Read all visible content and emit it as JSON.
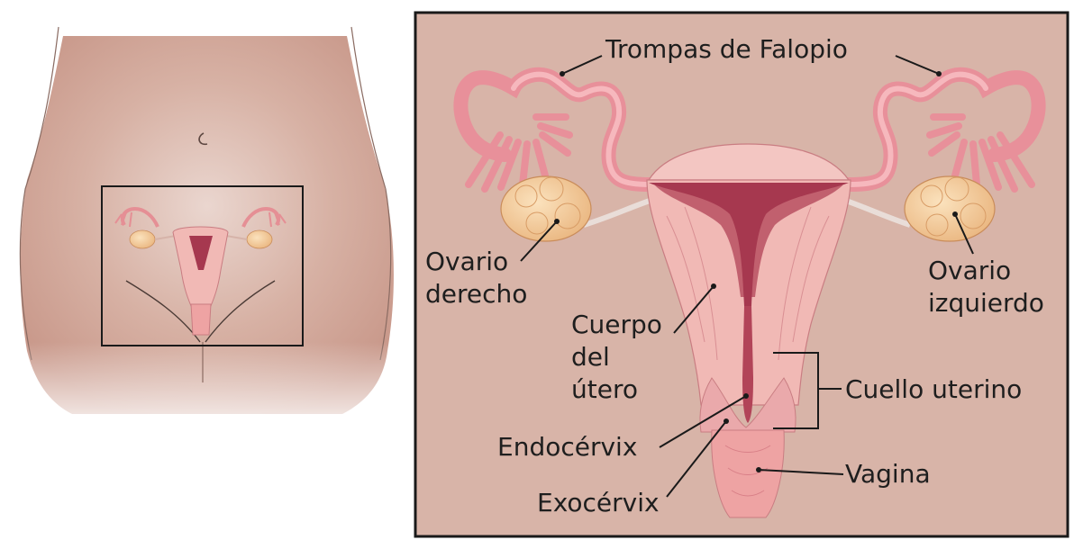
{
  "labels": {
    "fallopian_tubes": "Trompas de Falopio",
    "right_ovary_l1": "Ovario",
    "right_ovary_l2": "derecho",
    "left_ovary_l1": "Ovario",
    "left_ovary_l2": "izquierdo",
    "uterus_body_l1": "Cuerpo",
    "uterus_body_l2": "del",
    "uterus_body_l3": "útero",
    "cervix": "Cuello uterino",
    "endocervix": "Endocérvix",
    "exocervix": "Exocérvix",
    "vagina": "Vagina"
  },
  "colors": {
    "skin_fill": "#d9b3a6",
    "panel_fill": "#d8b4a8",
    "tissue_pink": "#eea3a3",
    "uterus_wall": "#f1b9b5",
    "cavity_dark": "#a6384f",
    "ovary_fill": "#f4cf9c",
    "outline": "#1a1a1a"
  }
}
